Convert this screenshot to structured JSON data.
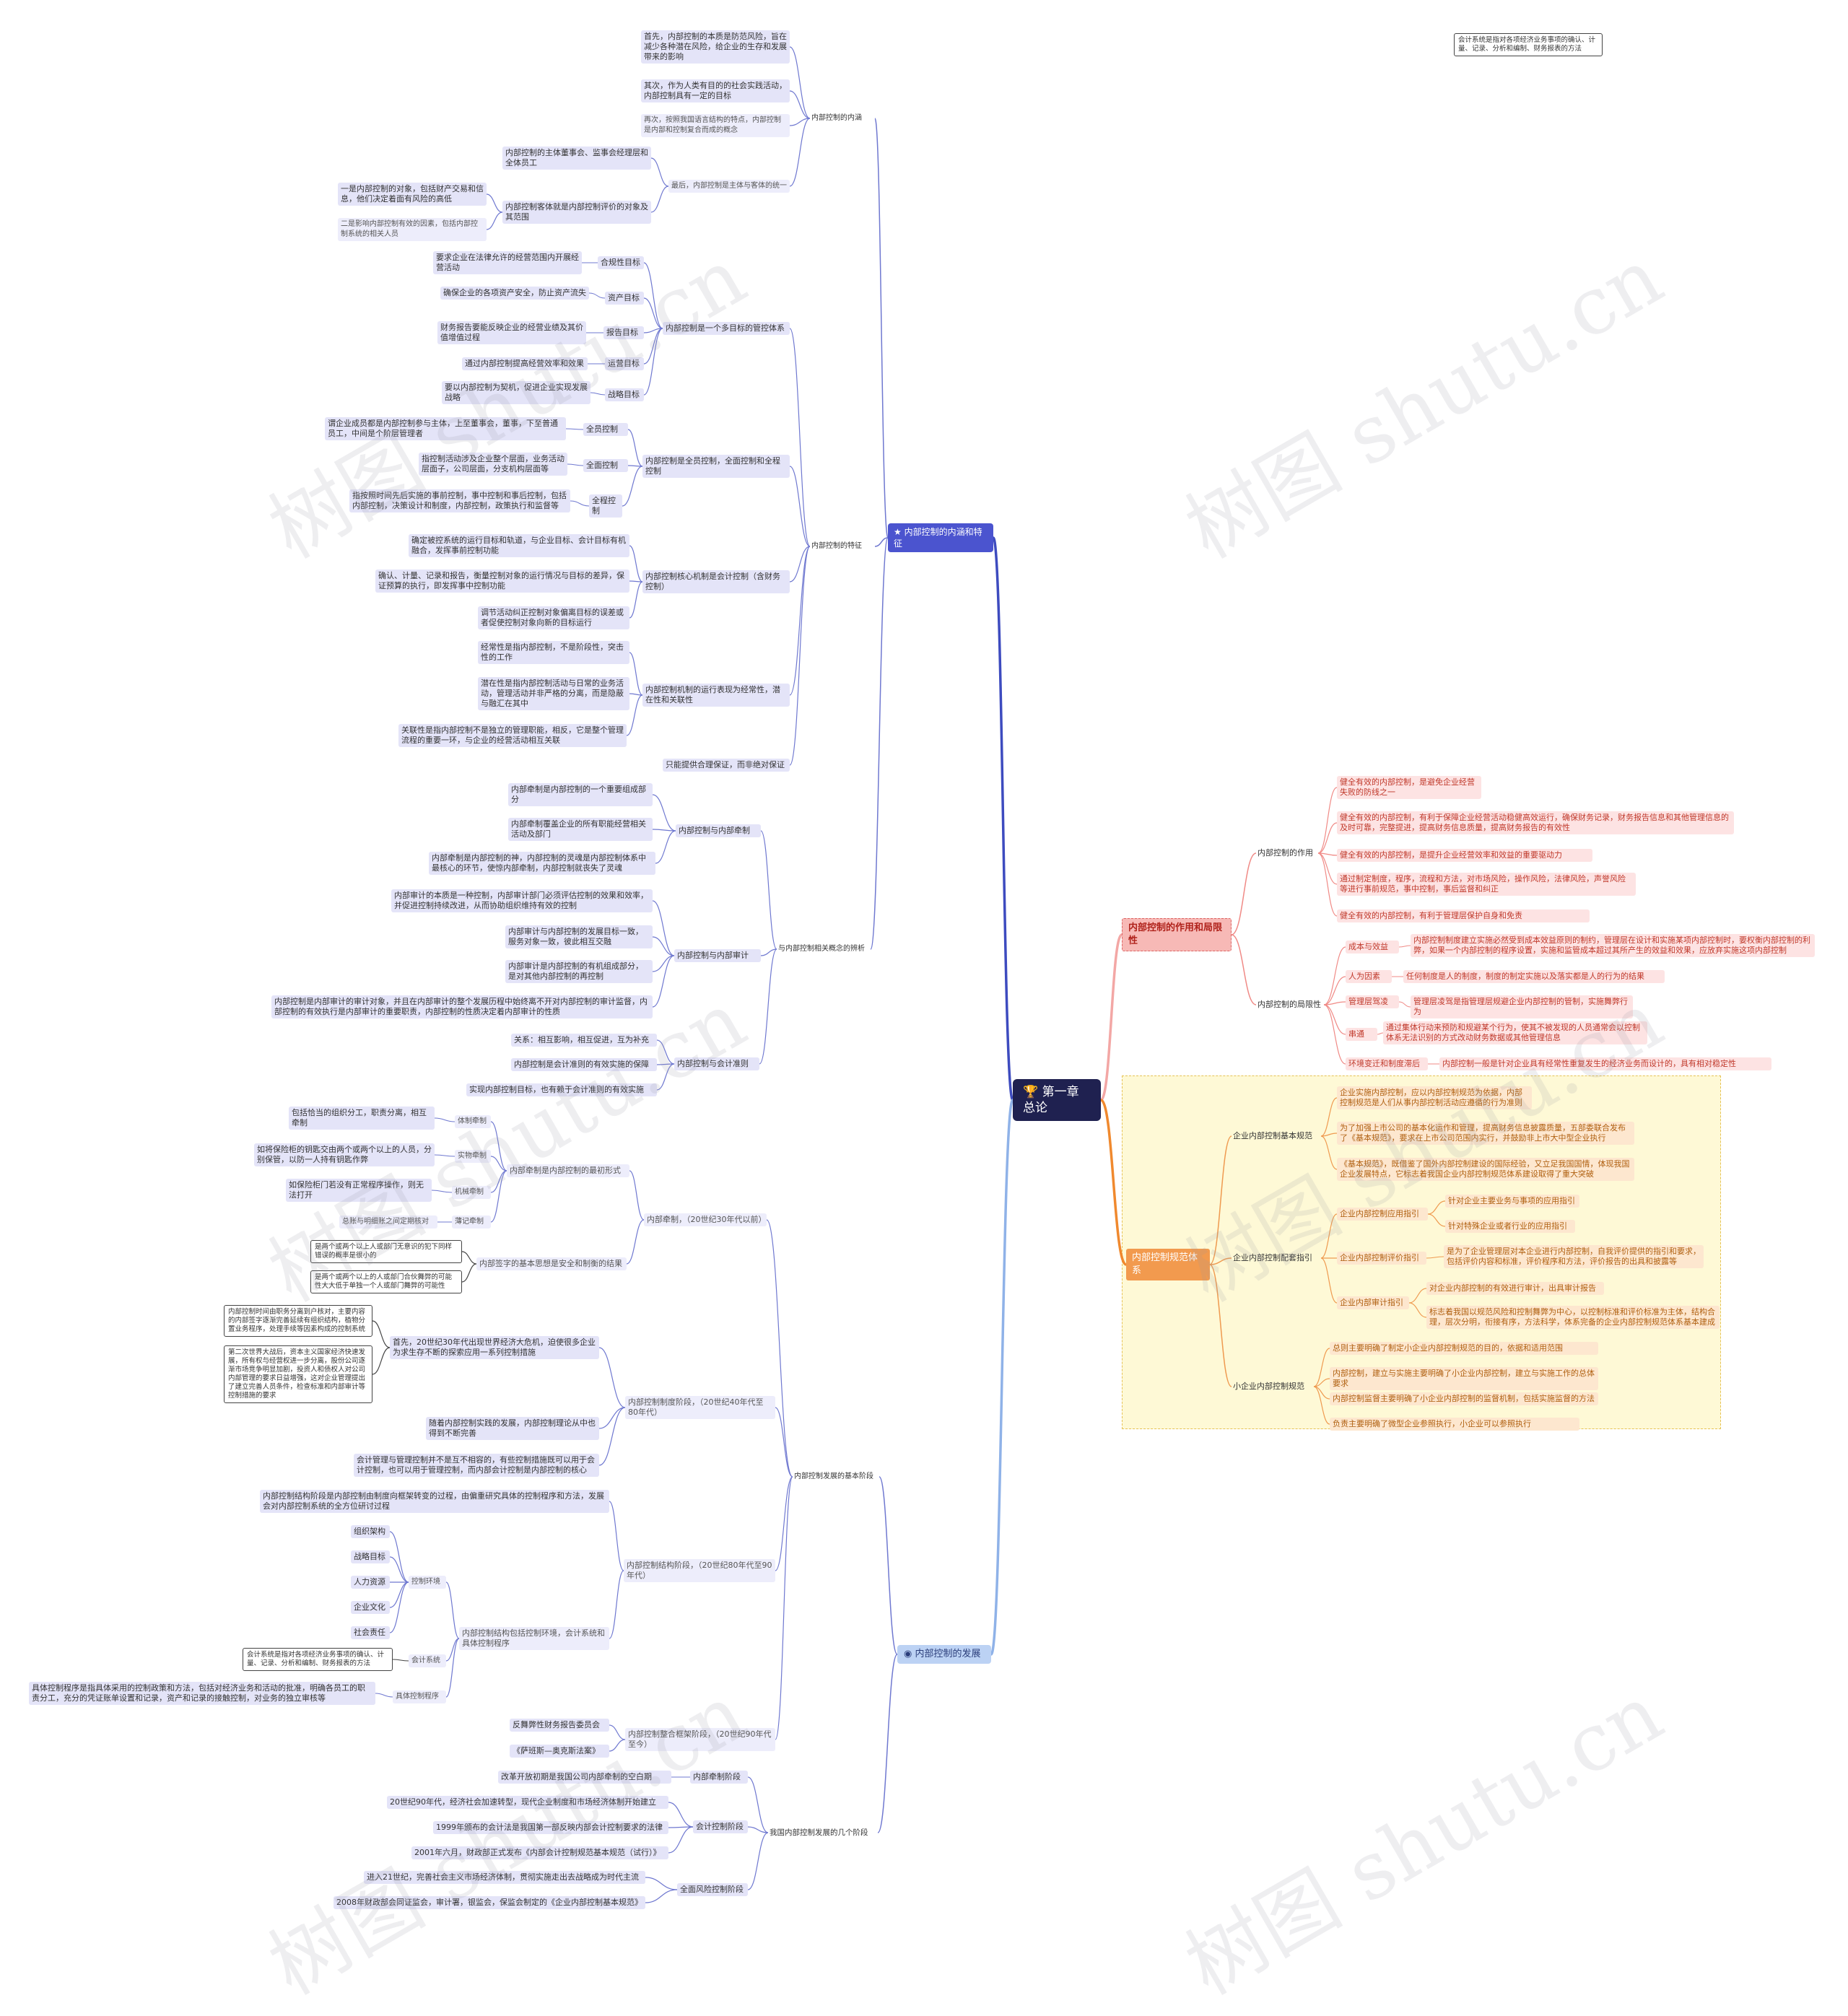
{
  "watermark": "树图 shutu.cn",
  "root": "第一章总论",
  "note": "会计系统是指对各项经济业务事项的确认、计量、记录、分析和编制、财务报表的方法",
  "s1": {
    "title": "内部控制的内涵和特征",
    "a": "内部控制的内涵",
    "a1": "首先，内部控制的本质是防范风险，旨在减少各种潜在风险，给企业的生存和发展带来的影响",
    "a2": "其次，作为人类有目的的社会实践活动，内部控制具有一定的目标",
    "a3": "再次，按照我国语言结构的特点，内部控制是内部和控制复合而成的概念",
    "a4": "最后，内部控制是主体与客体的统一",
    "a4a": "内部控制的主体董事会、监事会经理层和全体员工",
    "a4b": "内部控制客体就是内部控制评价的对象及其范围",
    "a4b1": "一是内部控制的对象，包括财产交易和信息，他们决定着面有风险的高低",
    "a4b2": "二是影响内部控制有效的因素，包括内部控制系统的相关人员",
    "b": "内部控制的特征",
    "c1": "内部控制是一个多目标的管控体系",
    "c1a": "合规性目标",
    "c1at": "要求企业在法律允许的经营范围内开展经营活动",
    "c1b": "资产目标",
    "c1bt": "确保企业的各项资产安全，防止资产流失",
    "c1c": "报告目标",
    "c1ct": "财务报告要能反映企业的经营业绩及其价值增值过程",
    "c1d": "运营目标",
    "c1dt": "通过内部控制提高经营效率和效果",
    "c1e": "战略目标",
    "c1et": "要以内部控制为契机，促进企业实现发展战略",
    "c2": "内部控制是全员控制，全面控制和全程控制",
    "c2a": "全员控制",
    "c2at": "谓企业成员都是内部控制参与主体，上至董事会，董事，下至普通员工，中间是个阶层管理者",
    "c2b": "全面控制",
    "c2bt": "指控制活动涉及企业整个层面，业务活动层面子，公司层面，分支机构层面等",
    "c2c": "全程控制",
    "c2ct": "指按照时间先后实施的事前控制，事中控制和事后控制，包括内部控制，决策设计和制度，内部控制，政策执行和监督等",
    "c3": "内部控制核心机制是会计控制（含财务控制）",
    "c3a": "确定被控系统的运行目标和轨道，与企业目标、会计目标有机融合，发挥事前控制功能",
    "c3b": "确认、计量、记录和报告，衡量控制对象的运行情况与目标的差异，保证预算的执行，即发挥事中控制功能",
    "c3c": "调节活动纠正控制对象偏离目标的误差或者促使控制对象向新的目标运行",
    "c4": "内部控制机制的运行表现为经常性，潜在性和关联性",
    "c4a": "经常性是指内部控制，不是阶段性，突击性的工作",
    "c4b": "潜在性是指内部控制活动与日常的业务活动，管理活动并非严格的分离，而是隐蔽与融汇在其中",
    "c4c": "关联性是指内部控制不是独立的管理职能，相反，它是整个管理流程的重要一环，与企业的经营活动相互关联",
    "c5": "只能提供合理保证，而非绝对保证"
  },
  "s2": {
    "title": "与内部控制相关概念的辨析",
    "a": "内部控制与内部牵制",
    "a1": "内部牵制是内部控制的一个重要组成部分",
    "a2": "内部牵制覆盖企业的所有职能经营相关活动及部门",
    "a3": "内部牵制是内部控制的神，内部控制的灵魂是内部控制体系中最核心的环节，使惊内部牵制，内部控制就丧失了灵魂",
    "b": "内部控制与内部审计",
    "b1": "内部审计的本质是一种控制，内部审计部门必须评估控制的效果和效率，并促进控制持续改进，从而协助组织维持有效的控制",
    "b2": "内部审计与内部控制的发展目标一致，服务对象一致，彼此相互交融",
    "b3": "内部审计是内部控制的有机组成部分，是对其他内部控制的再控制",
    "b4": "内部控制是内部审计的审计对象，并且在内部审计的整个发展历程中始终离不开对内部控制的审计监督，内部控制的有效执行是内部审计的重要职责，内部控制的性质决定着内部审计的性质",
    "c": "内部控制与会计准则",
    "c1": "关系：相互影响，相互促进，互为补充",
    "c2": "内部控制是会计准则的有效实施的保障",
    "c3": "实现内部控制目标，也有赖于会计准则的有效实施"
  },
  "s3": {
    "title": "内部控制的发展",
    "base": "内部控制发展的基本阶段",
    "p1": "内部牵制，（20世纪30年代以前）",
    "p1a": "内部牵制是内部控制的最初形式",
    "p1a1": "体制牵制",
    "p1a1t": "包括恰当的组织分工，职责分离，相互牵制",
    "p1a2": "实物牵制",
    "p1a2t": "如将保险柜的钥匙交由两个或两个以上的人员，分别保管，以防一人持有钥匙作弊",
    "p1a3": "机械牵制",
    "p1a3t": "如保险柜门若没有正常程序操作，则无法打开",
    "p1a4": "薄记牵制",
    "p1a4t": "总账与明细账之间定期核对",
    "p1b": "内部签字的基本思想是安全和制衡的结果",
    "p1b1": "是两个或两个以上人或部门无意识的犯下同样错误的概率是很小的",
    "p1b2": "是两个或两个以上的人或部门合伙舞弊的可能性大大低于单独一个人或部门舞弊的可能性",
    "p2": "内部控制制度阶段，（20世纪40年代至80年代）",
    "p2a": "首先，20世纪30年代出现世界经济大危机，迫使很多企业为求生存不断的探索应用一系列控制措施",
    "p2a1": "内部控制时间由职务分离到户核对，主要内容的内部签字逐渐完善延续有组织结构，植物分置业务程序，处理手续等因素构成的控制系统",
    "p2a2": "第二次世界大战后，资本主义国家经济快速发展，所有权与经营权进一步分离，股份公司逐渐市场竞争明显加剧，投资人和债权人对公司内部管理的要求日益增强，这对企业管理提出了建立完善人员条件，检查标准和内部审计等控制措施的要求",
    "p2b": "随着内部控制实践的发展，内部控制理论从中也得到不断完善",
    "p2c": "会计管理与管理控制并不是互不相容的，有些控制措施既可以用于会计控制，也可以用于管理控制，而内部会计控制是内部控制的核心",
    "p3": "内部控制结构阶段，（20世纪80年代至90年代）",
    "p3a": "内部控制结构阶段是内部控制由制度向框架转变的过程，由偏重研究具体的控制程序和方法，发展会对内部控制系统的全方位研讨过程",
    "p3b": "内部控制结构包括控制环境，会计系统和具体控制程序",
    "p3b1": "控制环境",
    "p3b1a": "组织架构",
    "p3b1b": "战略目标",
    "p3b1c": "人力资源",
    "p3b1d": "企业文化",
    "p3b1e": "社会责任",
    "p3b2": "会计系统",
    "p3b2t": "会计系统是指对各项经济业务事项的确认、计量、记录、分析和编制、财务报表的方法",
    "p3b3": "具体控制程序",
    "p3b3t": "具体控制程序是指具体采用的控制政策和方法，包括对经济业务和活动的批准，明确各员工的职责分工，充分的凭证账单设置和记录，资产和记录的接触控制，对业务的独立审核等",
    "p4": "内部控制整合框架阶段，（20世纪90年代至今）",
    "p4a": "反舞弊性财务报告委员会",
    "p4b": "《萨班斯—奥克斯法案》",
    "china": "我国内部控制发展的几个阶段",
    "ca": "内部牵制阶段",
    "cat": "改革开放初期是我国公司内部牵制的空白期",
    "cb": "会计控制阶段",
    "cb1": "20世纪90年代，经济社会加速转型，现代企业制度和市场经济体制开始建立",
    "cb2": "1999年颁布的会计法是我国第一部反映内部会计控制要求的法律",
    "cb3": "2001年六月，财政部正式发布《内部会计控制规范基本规范（试行）》",
    "cc": "全面风险控制阶段",
    "cc1": "进入21世纪，完善社会主义市场经济体制，贯彻实施走出去战略成为时代主流",
    "cc2": "2008年财政部会同证监会，审计署，银监会，保监会制定的《企业内部控制基本规范》"
  },
  "s4": {
    "title": "内部控制的作用和局限性",
    "a": "内部控制的作用",
    "a1": "健全有效的内部控制，是避免企业经营失败的防线之一",
    "a2": "健全有效的内部控制，有利于保障企业经营活动稳健高效运行，确保财务记录，财务报告信息和其他管理信息的及时可靠，完整提进，提高财务信息质量，提高财务报告的有效性",
    "a3": "健全有效的内部控制，是提升企业经营效率和效益的重要驱动力",
    "a4": "通过制定制度，程序，流程和方法，对市场风险，操作风险，法律风险，声誉风险等进行事前规范，事中控制，事后监督和纠正",
    "a5": "健全有效的内部控制，有利于管理层保护自身和免责",
    "b": "内部控制的局限性",
    "b1": "成本与效益",
    "b1t": "内部控制制度建立实施必然受到成本效益原则的制约，管理层在设计和实施某项内部控制时，要权衡内部控制的利弊，如果一个内部控制的程序设置，实施和监管成本超过其所产生的效益和效果，应放弃实施这项内部控制",
    "b2": "人为因素",
    "b2t": "任何制度是人的制度，制度的制定实施以及落实都是人的行为的结果",
    "b3": "管理层驾凌",
    "b3t": "管理层凌驾是指管理层规避企业内部控制的管制，实施舞弊行为",
    "b4": "串通",
    "b4t": "通过集体行动来预防和规避某个行为，使其不被发现的人员通常会以控制体系无法识别的方式改动财务数据或其他管理信息",
    "b5": "环境变迁和制度滞后",
    "b5t": "内部控制一般是针对企业具有经常性重复发生的经济业务而设计的，具有相对稳定性"
  },
  "s5": {
    "title": "内部控制规范体系",
    "a": "企业内部控制基本规范",
    "a1": "企业实施内部控制，应以内部控制规范为依据，内部控制规范是人们从事内部控制活动应遵循的行为准则",
    "a2": "为了加强上市公司的基本化运作和管理，提高财务信息披露质量，五部委联合发布了《基本规范》，要求在上市公司范围内实行，并鼓励非上市大中型企业执行",
    "a3": "《基本规范》，既借鉴了国外内部控制建设的国际经验，又立足我国国情，体现我国企业发展特点，它标志着我国企业内部控制规范体系建设取得了重大突破",
    "b": "企业内部控制配套指引",
    "b1": "企业内部控制应用指引",
    "b1a": "针对企业主要业务与事项的应用指引",
    "b1b": "针对特殊企业或者行业的应用指引",
    "b2": "企业内部控制评价指引",
    "b2t": "是为了企业管理层对本企业进行内部控制，自我评价提供的指引和要求，包括评价内容和标准，评价程序和方法，评价报告的出具和披露等",
    "b3": "企业内部审计指引",
    "b3a": "对企业内部控制的有效进行审计，出具审计报告",
    "b3b": "标志着我国以规范风险和控制舞弊为中心，以控制标准和评价标准为主体，结构合理，层次分明，衔接有序，方法科学，体系完备的企业内部控制规范体系基本建成",
    "c": "小企业内部控制规范",
    "c1": "总则主要明确了制定小企业内部控制规范的目的，依据和适用范围",
    "c2": "内部控制，建立与实施主要明确了小企业内部控制，建立与实施工作的总体要求",
    "c3": "内部控制监督主要明确了小企业内部控制的监督机制，包括实施监督的方法",
    "c4": "负责主要明确了微型企业参照执行，小企业可以参照执行"
  },
  "colors": {
    "root": "#1f2150",
    "branch_blue": "#3d4bbf",
    "branch_lightblue": "#8fb2e8",
    "branch_pink": "#f3a7a5",
    "branch_orange": "#f0892e",
    "line_blue": "#6f78d0",
    "line_pink": "#f08a86",
    "line_orange": "#ef9a50",
    "line_dark": "#444444",
    "frame_fill": "#fef9d6",
    "frame_border": "#e6c255"
  }
}
